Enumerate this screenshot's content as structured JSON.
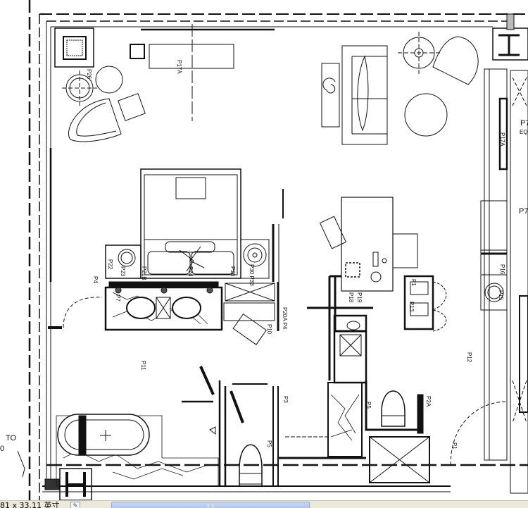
{
  "drawing": {
    "title_note": [
      "TO",
      "0"
    ],
    "labels": {
      "p17a_top": "P17A",
      "p26_top": "P26",
      "p22": "P22",
      "p23": "P23",
      "p21b": "P21B",
      "p24": "P24",
      "p26b": "P26",
      "p30": "P30 P33",
      "p7_vanity": "P7",
      "p10": "P10",
      "p20a_p4": "P20A P4",
      "p4": "P4",
      "p11": "P11",
      "p3": "P3",
      "p5_left": "P5",
      "p5_right": "P5",
      "p2a": "P2A",
      "p12": "P12",
      "p1_bottom": "P1",
      "p1_closet": "P1",
      "p13": "P13",
      "p18": "P18",
      "p19": "P19",
      "p17a_right": "P17A",
      "p7_right_a": "P7",
      "eq": "EQ",
      "p7_right_b": "P7",
      "p16": "P16",
      "p15": "P15"
    }
  },
  "statusbar": {
    "dimensions": "81 x 33.11 英寸",
    "pen_icon": "pencil-icon"
  }
}
